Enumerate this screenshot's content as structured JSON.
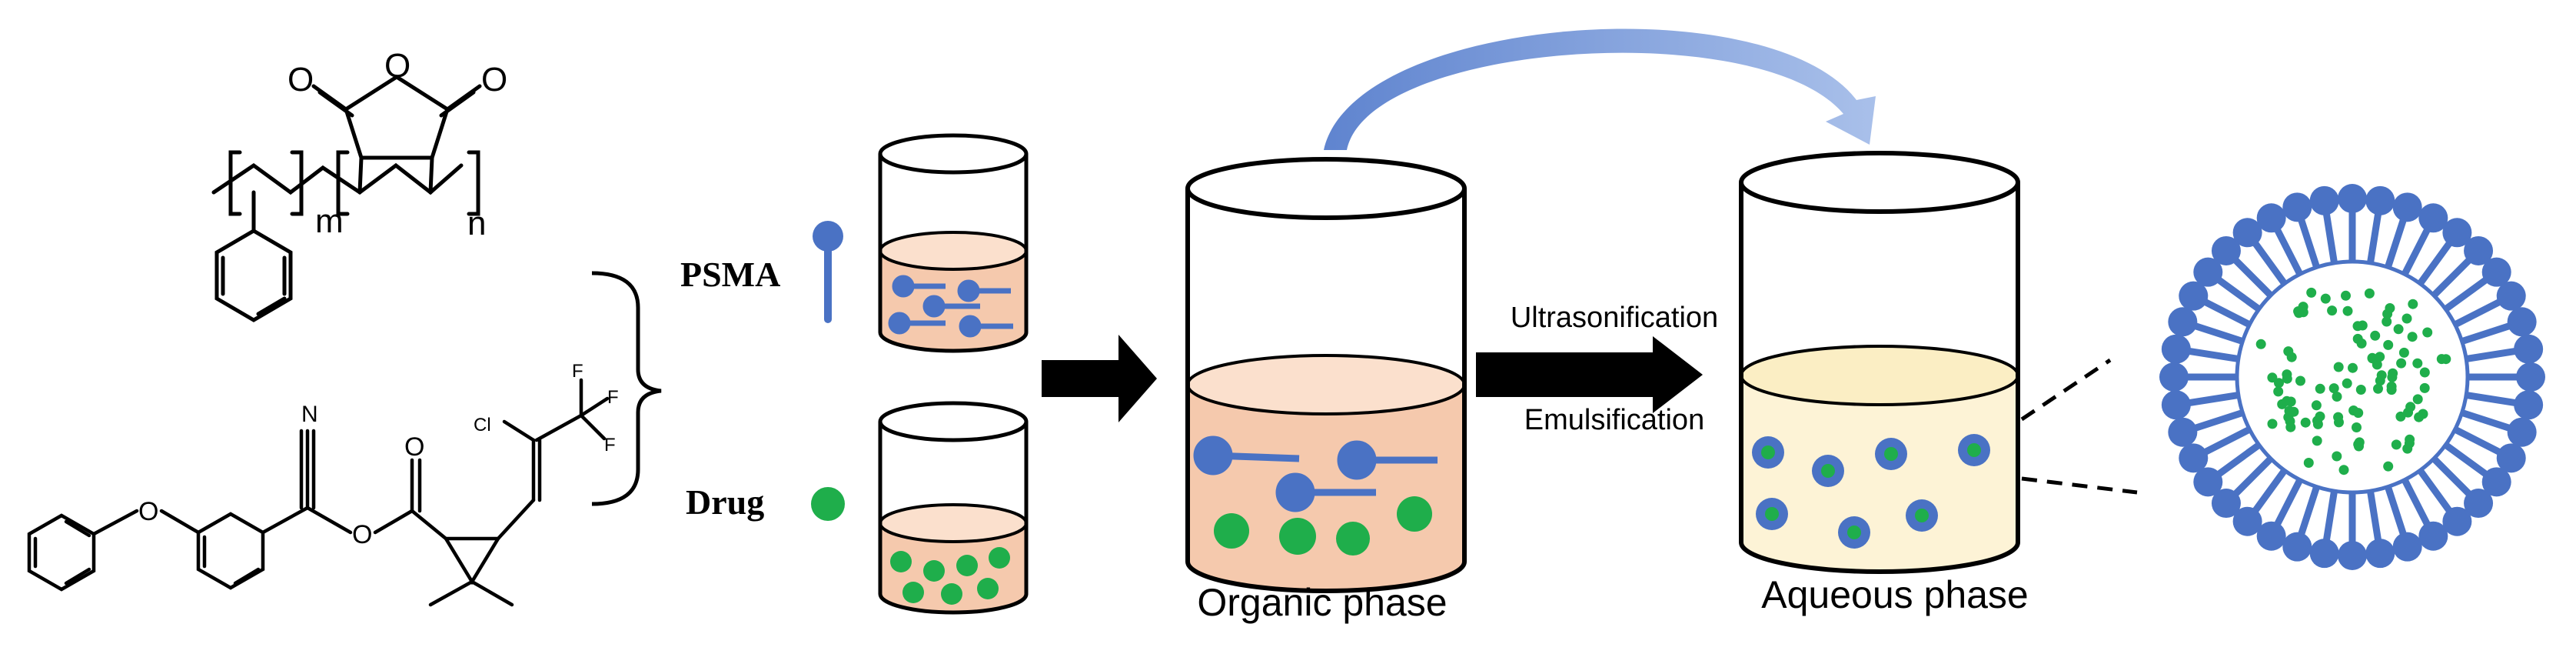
{
  "structures": {
    "psma": {
      "atom_o1": "O",
      "atom_o2": "O",
      "atom_o3": "O",
      "sub_m": "m",
      "sub_n": "n"
    },
    "drug": {
      "atom_n": "N",
      "atom_o_ether": "O",
      "atom_o_carbonyl": "O",
      "atom_o_ester": "O",
      "atom_cl": "Cl",
      "atom_f1": "F",
      "atom_f2": "F",
      "atom_f3": "F"
    }
  },
  "labels": {
    "psma": "PSMA",
    "drug": "Drug",
    "step_top": "Ultrasonification",
    "step_bottom": "Emulsification",
    "organic": "Organic phase",
    "aqueous": "Aqueous phase"
  },
  "colors": {
    "polymer_blue": "#4a72c4",
    "drug_green": "#1fae4b",
    "organic_liquid": "#f5c9ad",
    "organic_surface": "#fbe0cd",
    "aqueous_liquid": "#fdf3d6",
    "aqueous_surface": "#fbeec4",
    "arrow_black": "#000000",
    "arc_blue": "#8aa7dc"
  }
}
